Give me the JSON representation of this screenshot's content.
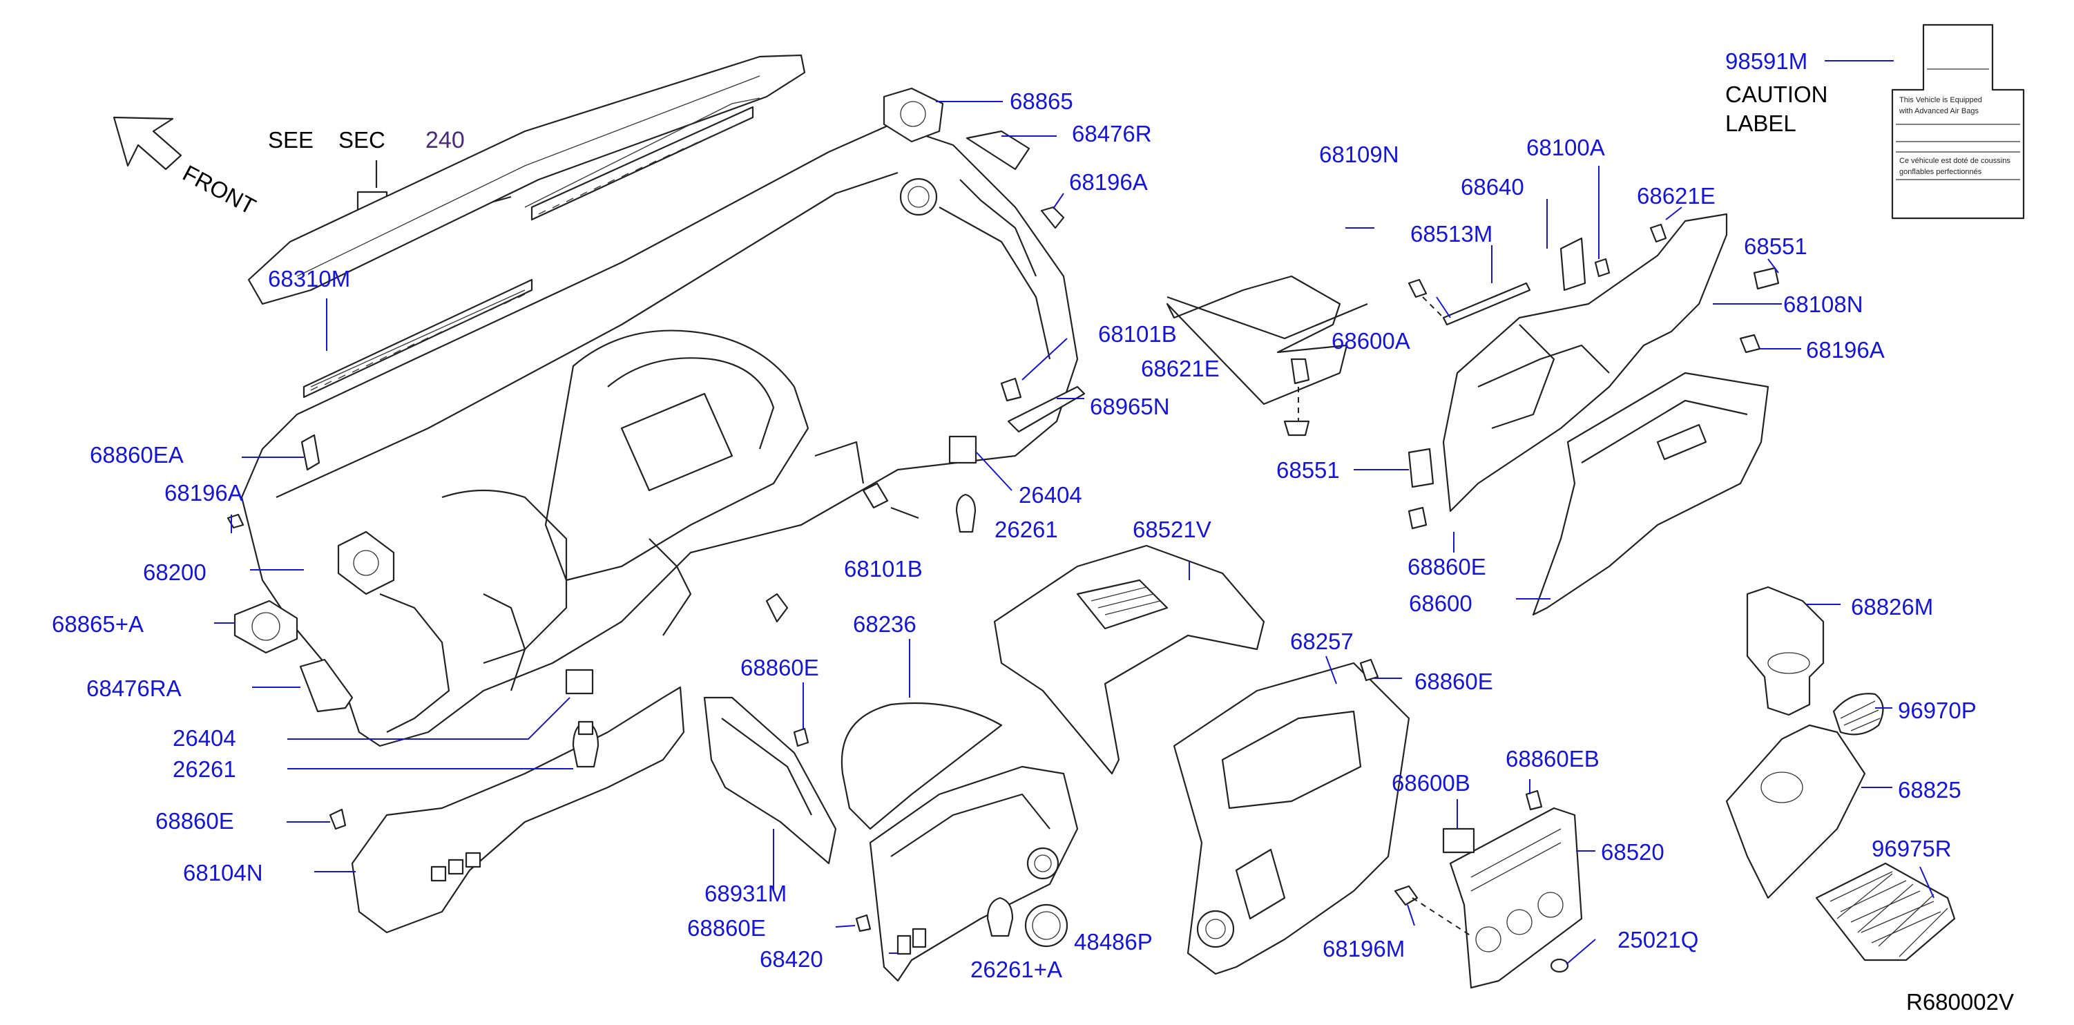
{
  "diagram_code": "R680002V",
  "see_sec": {
    "see": "SEE",
    "sec": "SEC",
    "number": "240"
  },
  "front_label": "FRONT",
  "caution_label": {
    "part": "98591M",
    "title_line1": "CAUTION",
    "title_line2": "LABEL",
    "en_text_1": "This Vehicle is Equipped",
    "en_text_2": "with Advanced Air Bags",
    "fr_text_1": "Ce véhicule est doté de coussins",
    "fr_text_2": "gonflables perfectionnés"
  },
  "colors": {
    "part_label": "#1515d8",
    "reference": "#4a2a7a",
    "line": "#222222"
  },
  "labels": {
    "l68865": "68865",
    "l68476R": "68476R",
    "l68196A_top": "68196A",
    "l68310M": "68310M",
    "l68860EA": "68860EA",
    "l68196A_left": "68196A",
    "l68200": "68200",
    "l68865A": "68865+A",
    "l68476RA": "68476RA",
    "l26404_left": "26404",
    "l26261_left": "26261",
    "l68860E_left": "68860E",
    "l68104N": "68104N",
    "l68101B_top": "68101B",
    "l68621E_mid": "68621E",
    "l68965N": "68965N",
    "l26404_mid": "26404",
    "l26261_mid": "26261",
    "l68101B_bottom": "68101B",
    "l68521V": "68521V",
    "l68236": "68236",
    "l68860E_mid": "68860E",
    "l68931M": "68931M",
    "l68860E_bottom": "68860E",
    "l68420": "68420",
    "l26261A": "26261+A",
    "l48486P": "48486P",
    "l68257": "68257",
    "l68860E_right": "68860E",
    "l68600B": "68600B",
    "l68860EB": "68860EB",
    "l68520": "68520",
    "l68196M": "68196M",
    "l25021Q": "25021Q",
    "l68109N": "68109N",
    "l68640": "68640",
    "l68100A": "68100A",
    "l68513M": "68513M",
    "l68600A": "68600A",
    "l68621E_right": "68621E",
    "l68551_top": "68551",
    "l68108N": "68108N",
    "l68196A_right": "68196A",
    "l68551_left": "68551",
    "l68860E_glove": "68860E",
    "l68600": "68600",
    "l68826M": "68826M",
    "l96970P": "96970P",
    "l68825": "68825",
    "l96975R": "96975R"
  }
}
